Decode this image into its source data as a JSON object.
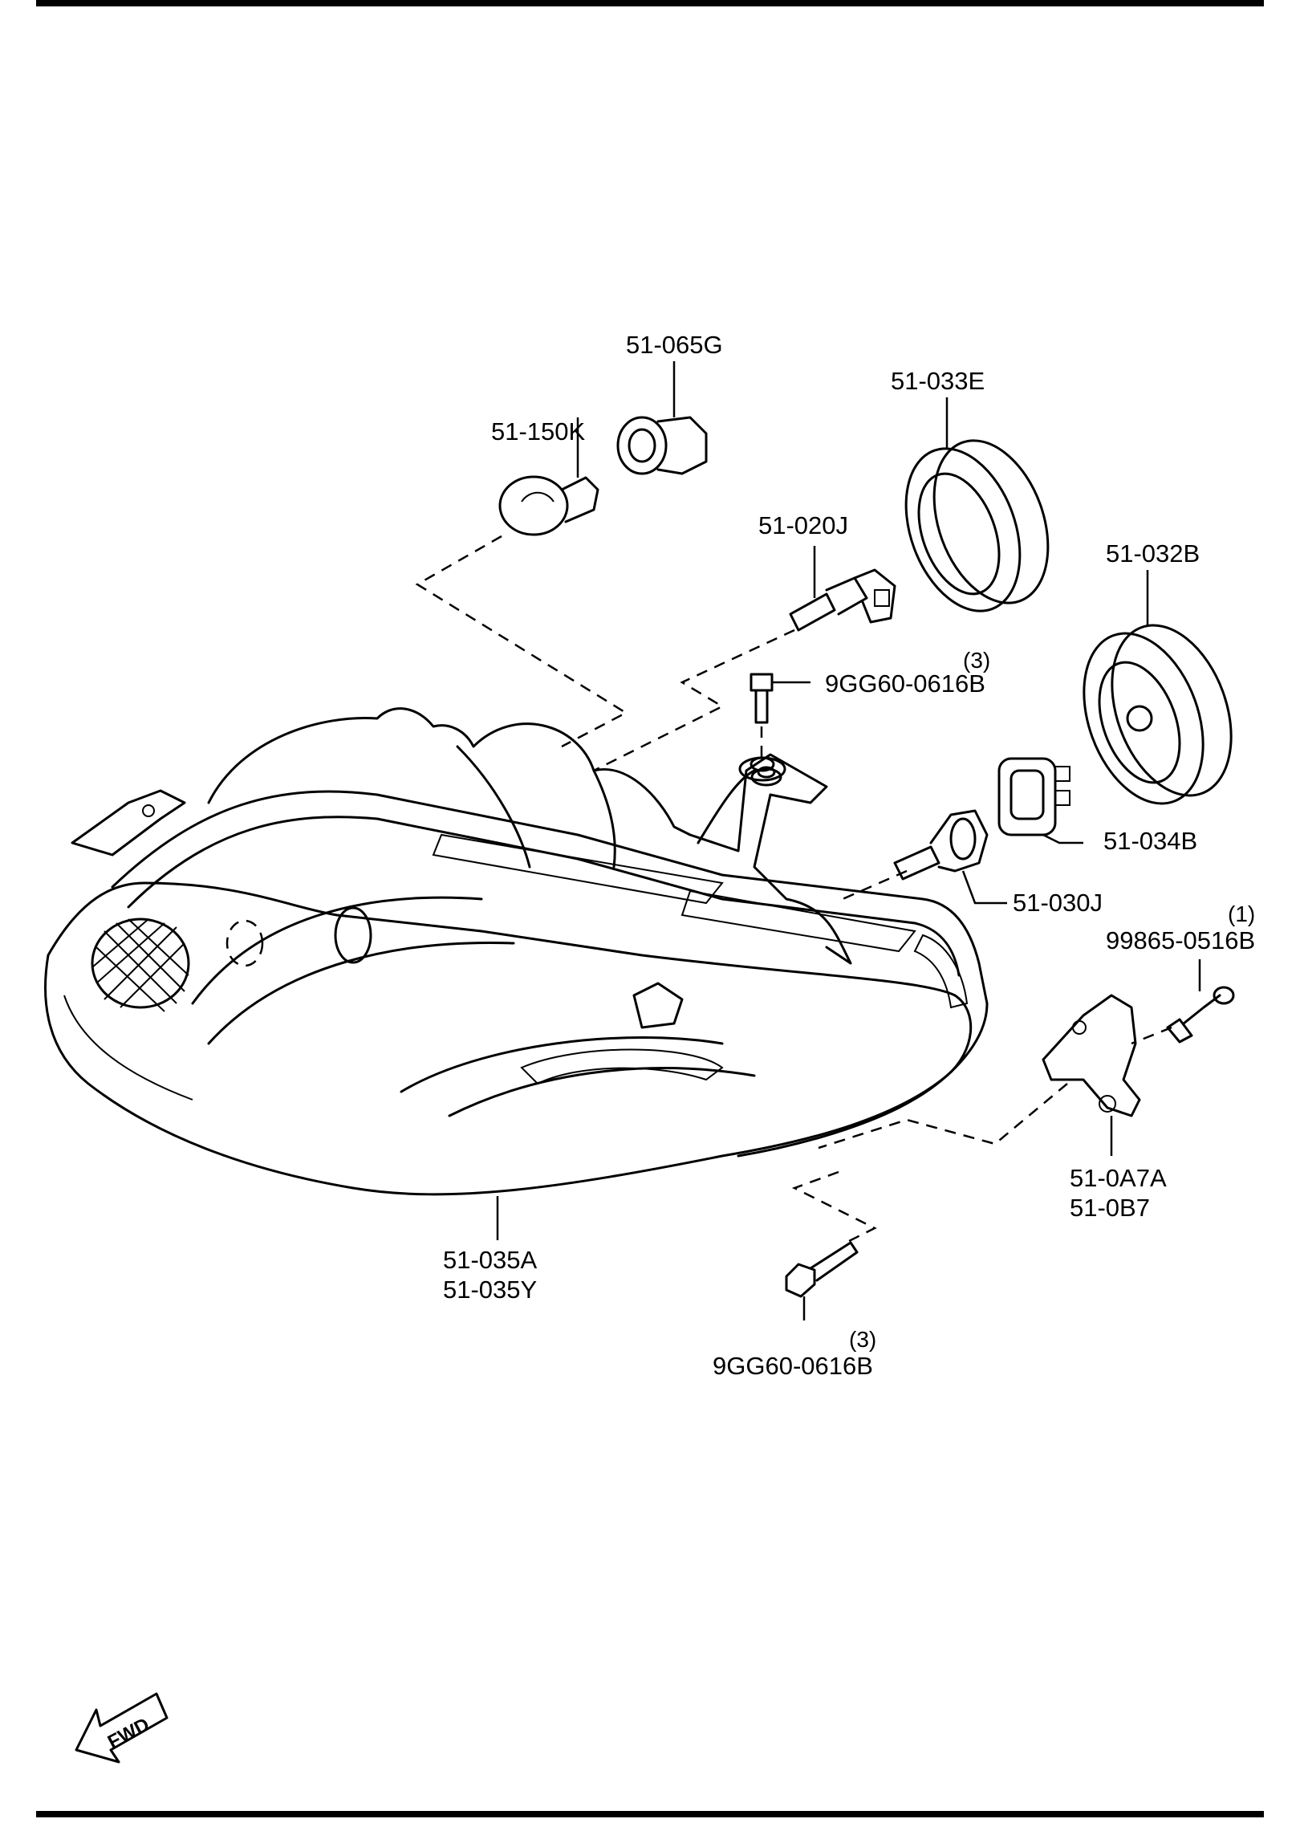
{
  "parts": [
    {
      "id": "p1",
      "label": "51-065G"
    },
    {
      "id": "p2",
      "label": "51-033E"
    },
    {
      "id": "p3",
      "label": "51-150K"
    },
    {
      "id": "p4",
      "label": "51-020J"
    },
    {
      "id": "p5",
      "label": "51-032B"
    },
    {
      "id": "p6",
      "label": "9GG60-0616B",
      "qty": "(3)"
    },
    {
      "id": "p7",
      "label": "51-034B"
    },
    {
      "id": "p8",
      "label": "51-030J"
    },
    {
      "id": "p9",
      "label": "99865-0516B",
      "qty": "(1)"
    },
    {
      "id": "p10",
      "label": "51-0A7A"
    },
    {
      "id": "p11",
      "label": "51-0B7"
    },
    {
      "id": "p12",
      "label": "51-035A"
    },
    {
      "id": "p13",
      "label": "51-035Y"
    },
    {
      "id": "p14",
      "label": "9GG60-0616B",
      "qty": "(3)"
    }
  ],
  "fwd_label": "FWD"
}
